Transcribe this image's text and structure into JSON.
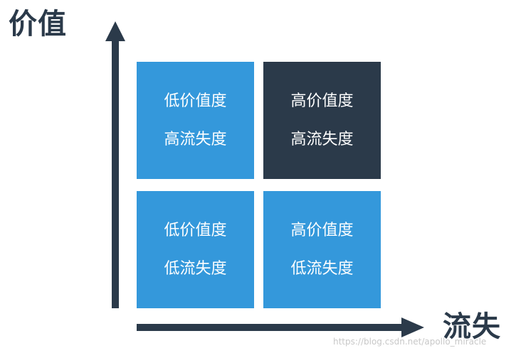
{
  "axes": {
    "y_label": "价值",
    "x_label": "流失",
    "color": "#2b3a4a"
  },
  "quadrants": {
    "top_left": {
      "line1": "低价值度",
      "line2": "高流失度",
      "color": "#3498db"
    },
    "top_right": {
      "line1": "高价值度",
      "line2": "高流失度",
      "color": "#2b3a4a"
    },
    "bottom_left": {
      "line1": "低价值度",
      "line2": "低流失度",
      "color": "#3498db"
    },
    "bottom_right": {
      "line1": "高价值度",
      "line2": "低流失度",
      "color": "#3498db"
    }
  },
  "watermark": "https://blog.csdn.net/apollo_miracle"
}
